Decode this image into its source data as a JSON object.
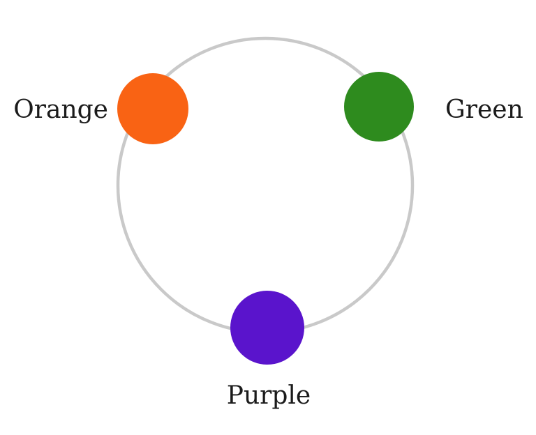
{
  "diagram": {
    "title": "color-nodes-on-ring",
    "ring": {
      "color": "#c9c9c9"
    },
    "nodes": [
      {
        "label": "Orange",
        "color": "#f96314",
        "position": "upper-left"
      },
      {
        "label": "Green",
        "color": "#2e8b1e",
        "position": "upper-right"
      },
      {
        "label": "Purple",
        "color": "#5a14cc",
        "position": "bottom"
      }
    ],
    "text_color": "#1b1b1b",
    "background_color": "#ffffff"
  }
}
